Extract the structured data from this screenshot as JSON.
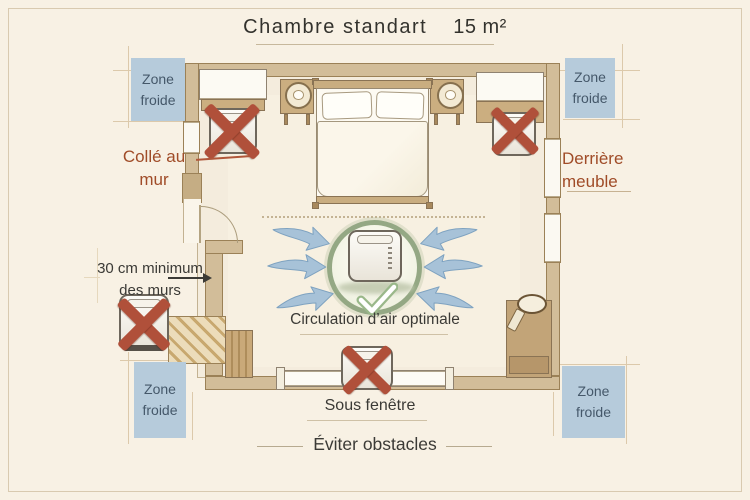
{
  "title": {
    "text": "Chambre standart",
    "area": "15 m²"
  },
  "labels": {
    "zone_froide": "Zone\nfroide",
    "colle_au_mur": "Collé au\nmur",
    "derriere_meuble": "Derrière\nmeuble",
    "distance_min": "30 cm minimum\ndes murs",
    "circulation": "Circulation d’air optimale",
    "sous_fenetre": "Sous fenêtre",
    "eviter_obstacles": "Éviter obstacles"
  },
  "legend": {
    "good_placement_mark": "check",
    "bad_placement_mark": "cross"
  },
  "colors": {
    "background": "#f8f1e4",
    "wall": "#d2bd99",
    "zone_cold_bg": "#b6cbdb",
    "zone_cold_text": "#45586a",
    "cross_red": "#b0503a",
    "label_brown": "#a04c28",
    "text_dark": "#3b3a36",
    "arrow_blue": "#a7c2d8",
    "circle_green": "#94a884"
  }
}
